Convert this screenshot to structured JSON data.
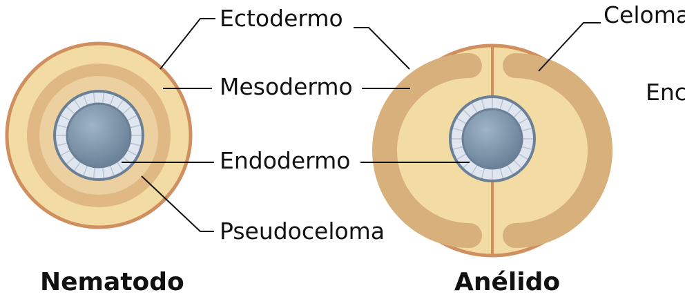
{
  "labels": {
    "ectodermo": "Ectodermo",
    "mesodermo": "Mesodermo",
    "endodermo": "Endodermo",
    "pseudoceloma": "Pseudoceloma",
    "celoma": "Celoma",
    "endodermo_cut": "Enc"
  },
  "titles": {
    "nematodo": "Nematodo",
    "anelido": "Anélido"
  },
  "colors": {
    "outer_ring": "#d08f5e",
    "ectoderm_fill": "#f2dca4",
    "mesoderm_fill": "#dfb883",
    "pseudocoelom_fill": "#ecd0a0",
    "endoderm_ring": "#6b7f96",
    "endoderm_cells": "#dfe6ef",
    "gut_fill": "#7d96ab",
    "coelom_fill": "#d8b07c"
  }
}
